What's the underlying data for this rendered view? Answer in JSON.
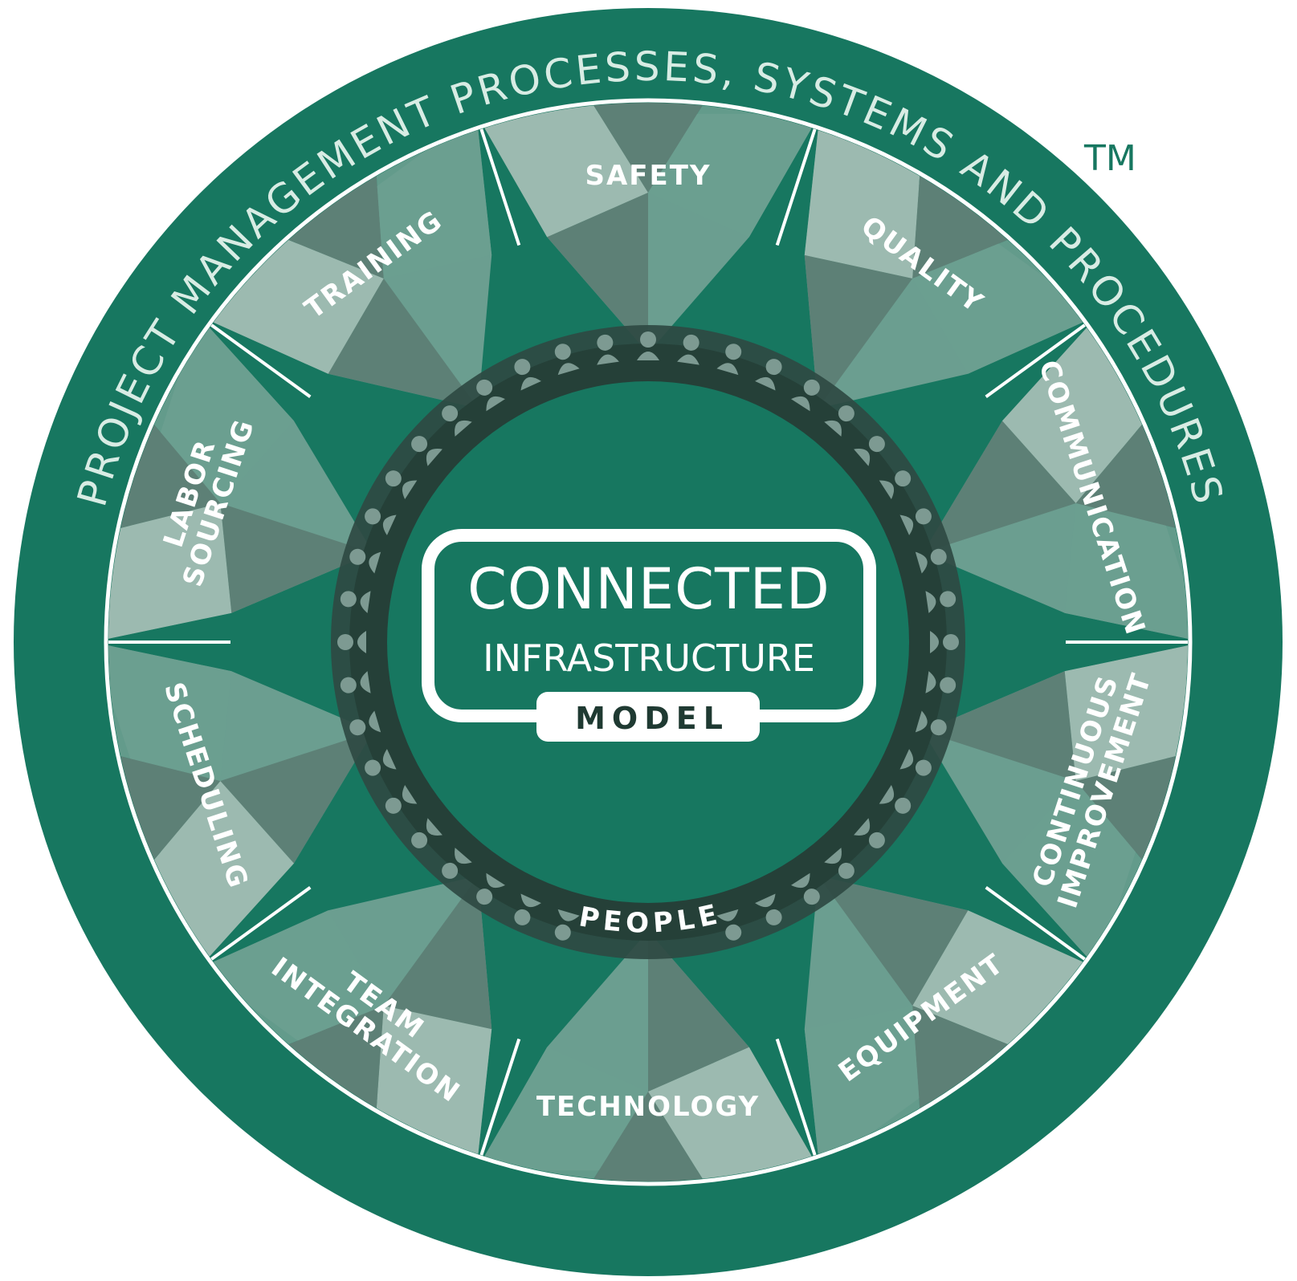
{
  "outer_ring_text": "PROJECT MANAGEMENT PROCESSES, SYSTEMS AND PROCEDURES",
  "trademark": "TM",
  "segments": [
    {
      "id": "safety",
      "lines": [
        "SAFETY"
      ]
    },
    {
      "id": "quality",
      "lines": [
        "QUALITY"
      ]
    },
    {
      "id": "communication",
      "lines": [
        "COMMUNICATION"
      ]
    },
    {
      "id": "continuous-improvement",
      "lines": [
        "CONTINUOUS",
        "IMPROVEMENT"
      ]
    },
    {
      "id": "equipment",
      "lines": [
        "EQUIPMENT"
      ]
    },
    {
      "id": "technology",
      "lines": [
        "TECHNOLOGY"
      ]
    },
    {
      "id": "team-integration",
      "lines": [
        "TEAM",
        "INTEGRATION"
      ]
    },
    {
      "id": "scheduling",
      "lines": [
        "SCHEDULING"
      ]
    },
    {
      "id": "labor-sourcing",
      "lines": [
        "LABOR",
        "SOURCING"
      ]
    },
    {
      "id": "training",
      "lines": [
        "TRAINING"
      ]
    }
  ],
  "center": {
    "line1": "CONNECTED",
    "line2": "INFRASTRUCTURE",
    "badge": "MODEL"
  },
  "people_label": "PEOPLE",
  "colors": {
    "primary_green": "#177760",
    "dark_ring": "#2f4a43",
    "light_facet": "#9cbab0",
    "mid_facet": "#6b9e90",
    "dark_facet": "#5d8076",
    "white": "#ffffff"
  }
}
